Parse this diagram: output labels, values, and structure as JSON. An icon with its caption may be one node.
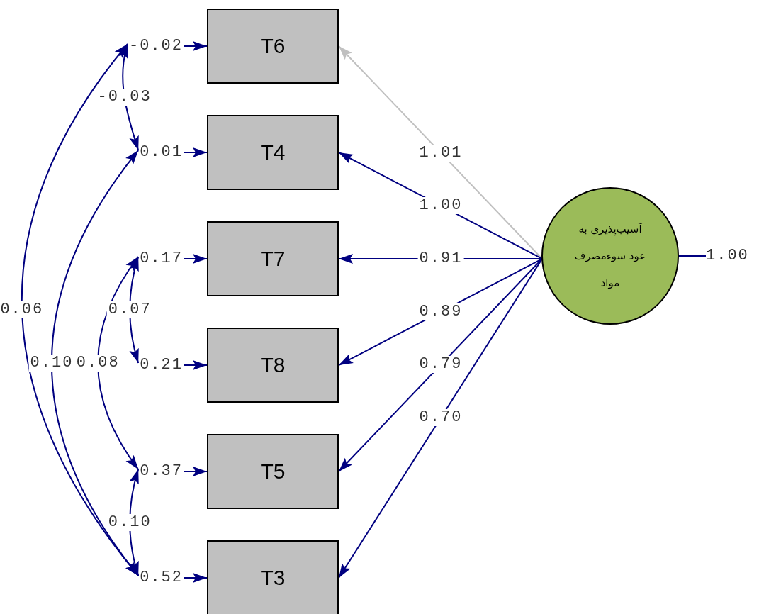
{
  "diagram": {
    "nodes": [
      {
        "text": [
          "T6"
        ]
      },
      {
        "text": [
          "T4"
        ]
      },
      {
        "text": [
          "T7"
        ]
      },
      {
        "text": [
          "T8"
        ]
      },
      {
        "text": [
          "T5"
        ]
      },
      {
        "text": [
          "T3"
        ]
      },
      {
        "text": [
          "-0.02"
        ]
      },
      {
        "text": [
          "0.01"
        ]
      },
      {
        "text": [
          "0.17"
        ]
      },
      {
        "text": [
          "0.21"
        ]
      },
      {
        "text": [
          "0.37"
        ]
      },
      {
        "text": [
          "0.52"
        ]
      },
      {
        "text": [
          "آسیب‌پذیری به عود سوءمصرف مواد"
        ]
      },
      {
        "text": [
          "1.00"
        ]
      }
    ],
    "edges": [
      {
        "from": 6,
        "to": 0,
        "arrow": "to"
      },
      {
        "from": 7,
        "to": 1,
        "arrow": "to"
      },
      {
        "from": 8,
        "to": 2,
        "arrow": "to"
      },
      {
        "from": 9,
        "to": 3,
        "arrow": "to"
      },
      {
        "from": 10,
        "to": 4,
        "arrow": "to"
      },
      {
        "from": 11,
        "to": 5,
        "arrow": "to"
      },
      {
        "from": 12,
        "to": 0,
        "arrow": "to",
        "label": "1.01",
        "color": "#c0c0c0"
      },
      {
        "from": 12,
        "to": 1,
        "arrow": "to",
        "label": "1.00"
      },
      {
        "from": 12,
        "to": 2,
        "arrow": "to",
        "label": "0.91"
      },
      {
        "from": 12,
        "to": 3,
        "arrow": "to",
        "label": "0.89"
      },
      {
        "from": 12,
        "to": 4,
        "arrow": "to",
        "label": "0.79"
      },
      {
        "from": 12,
        "to": 5,
        "arrow": "to",
        "label": "0.70"
      },
      {
        "from": 12,
        "to": 13,
        "arrow": "none"
      },
      {
        "from": 6,
        "to": 7,
        "arrow": "both",
        "label": "-0.03"
      },
      {
        "from": 6,
        "to": 11,
        "arrow": "both",
        "label": "0.06"
      },
      {
        "from": 7,
        "to": 11,
        "arrow": "both",
        "label": "0.10"
      },
      {
        "from": 8,
        "to": 9,
        "arrow": "both",
        "label": "0.07"
      },
      {
        "from": 8,
        "to": 10,
        "arrow": "both",
        "label": "0.08"
      },
      {
        "from": 10,
        "to": 11,
        "arrow": "both",
        "label": "0.10"
      }
    ]
  }
}
